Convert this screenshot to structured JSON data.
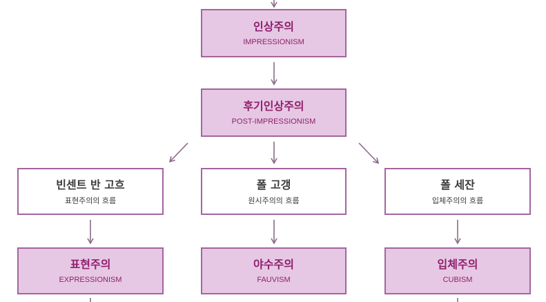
{
  "nodes": {
    "impressionism": {
      "ko": "인상주의",
      "en": "IMPRESSIONISM"
    },
    "post_impressionism": {
      "ko": "후기인상주의",
      "en": "POST-IMPRESSIONISM"
    },
    "van_gogh": {
      "ko": "빈센트 반 고흐",
      "sub": "표현주의의 흐름"
    },
    "gauguin": {
      "ko": "폴 고갱",
      "sub": "원시주의의 흐름"
    },
    "cezanne": {
      "ko": "폴 세잔",
      "sub": "입체주의의 흐름"
    },
    "expressionism": {
      "ko": "표현주의",
      "en": "EXPRESSIONISM"
    },
    "fauvism": {
      "ko": "야수주의",
      "en": "FAUVISM"
    },
    "cubism": {
      "ko": "입체주의",
      "en": "CUBISM"
    }
  },
  "colors": {
    "fill": "#e7c8e4",
    "border": "#a3649f",
    "accent_text": "#8e1f6b",
    "arrow": "#8a6a88"
  }
}
